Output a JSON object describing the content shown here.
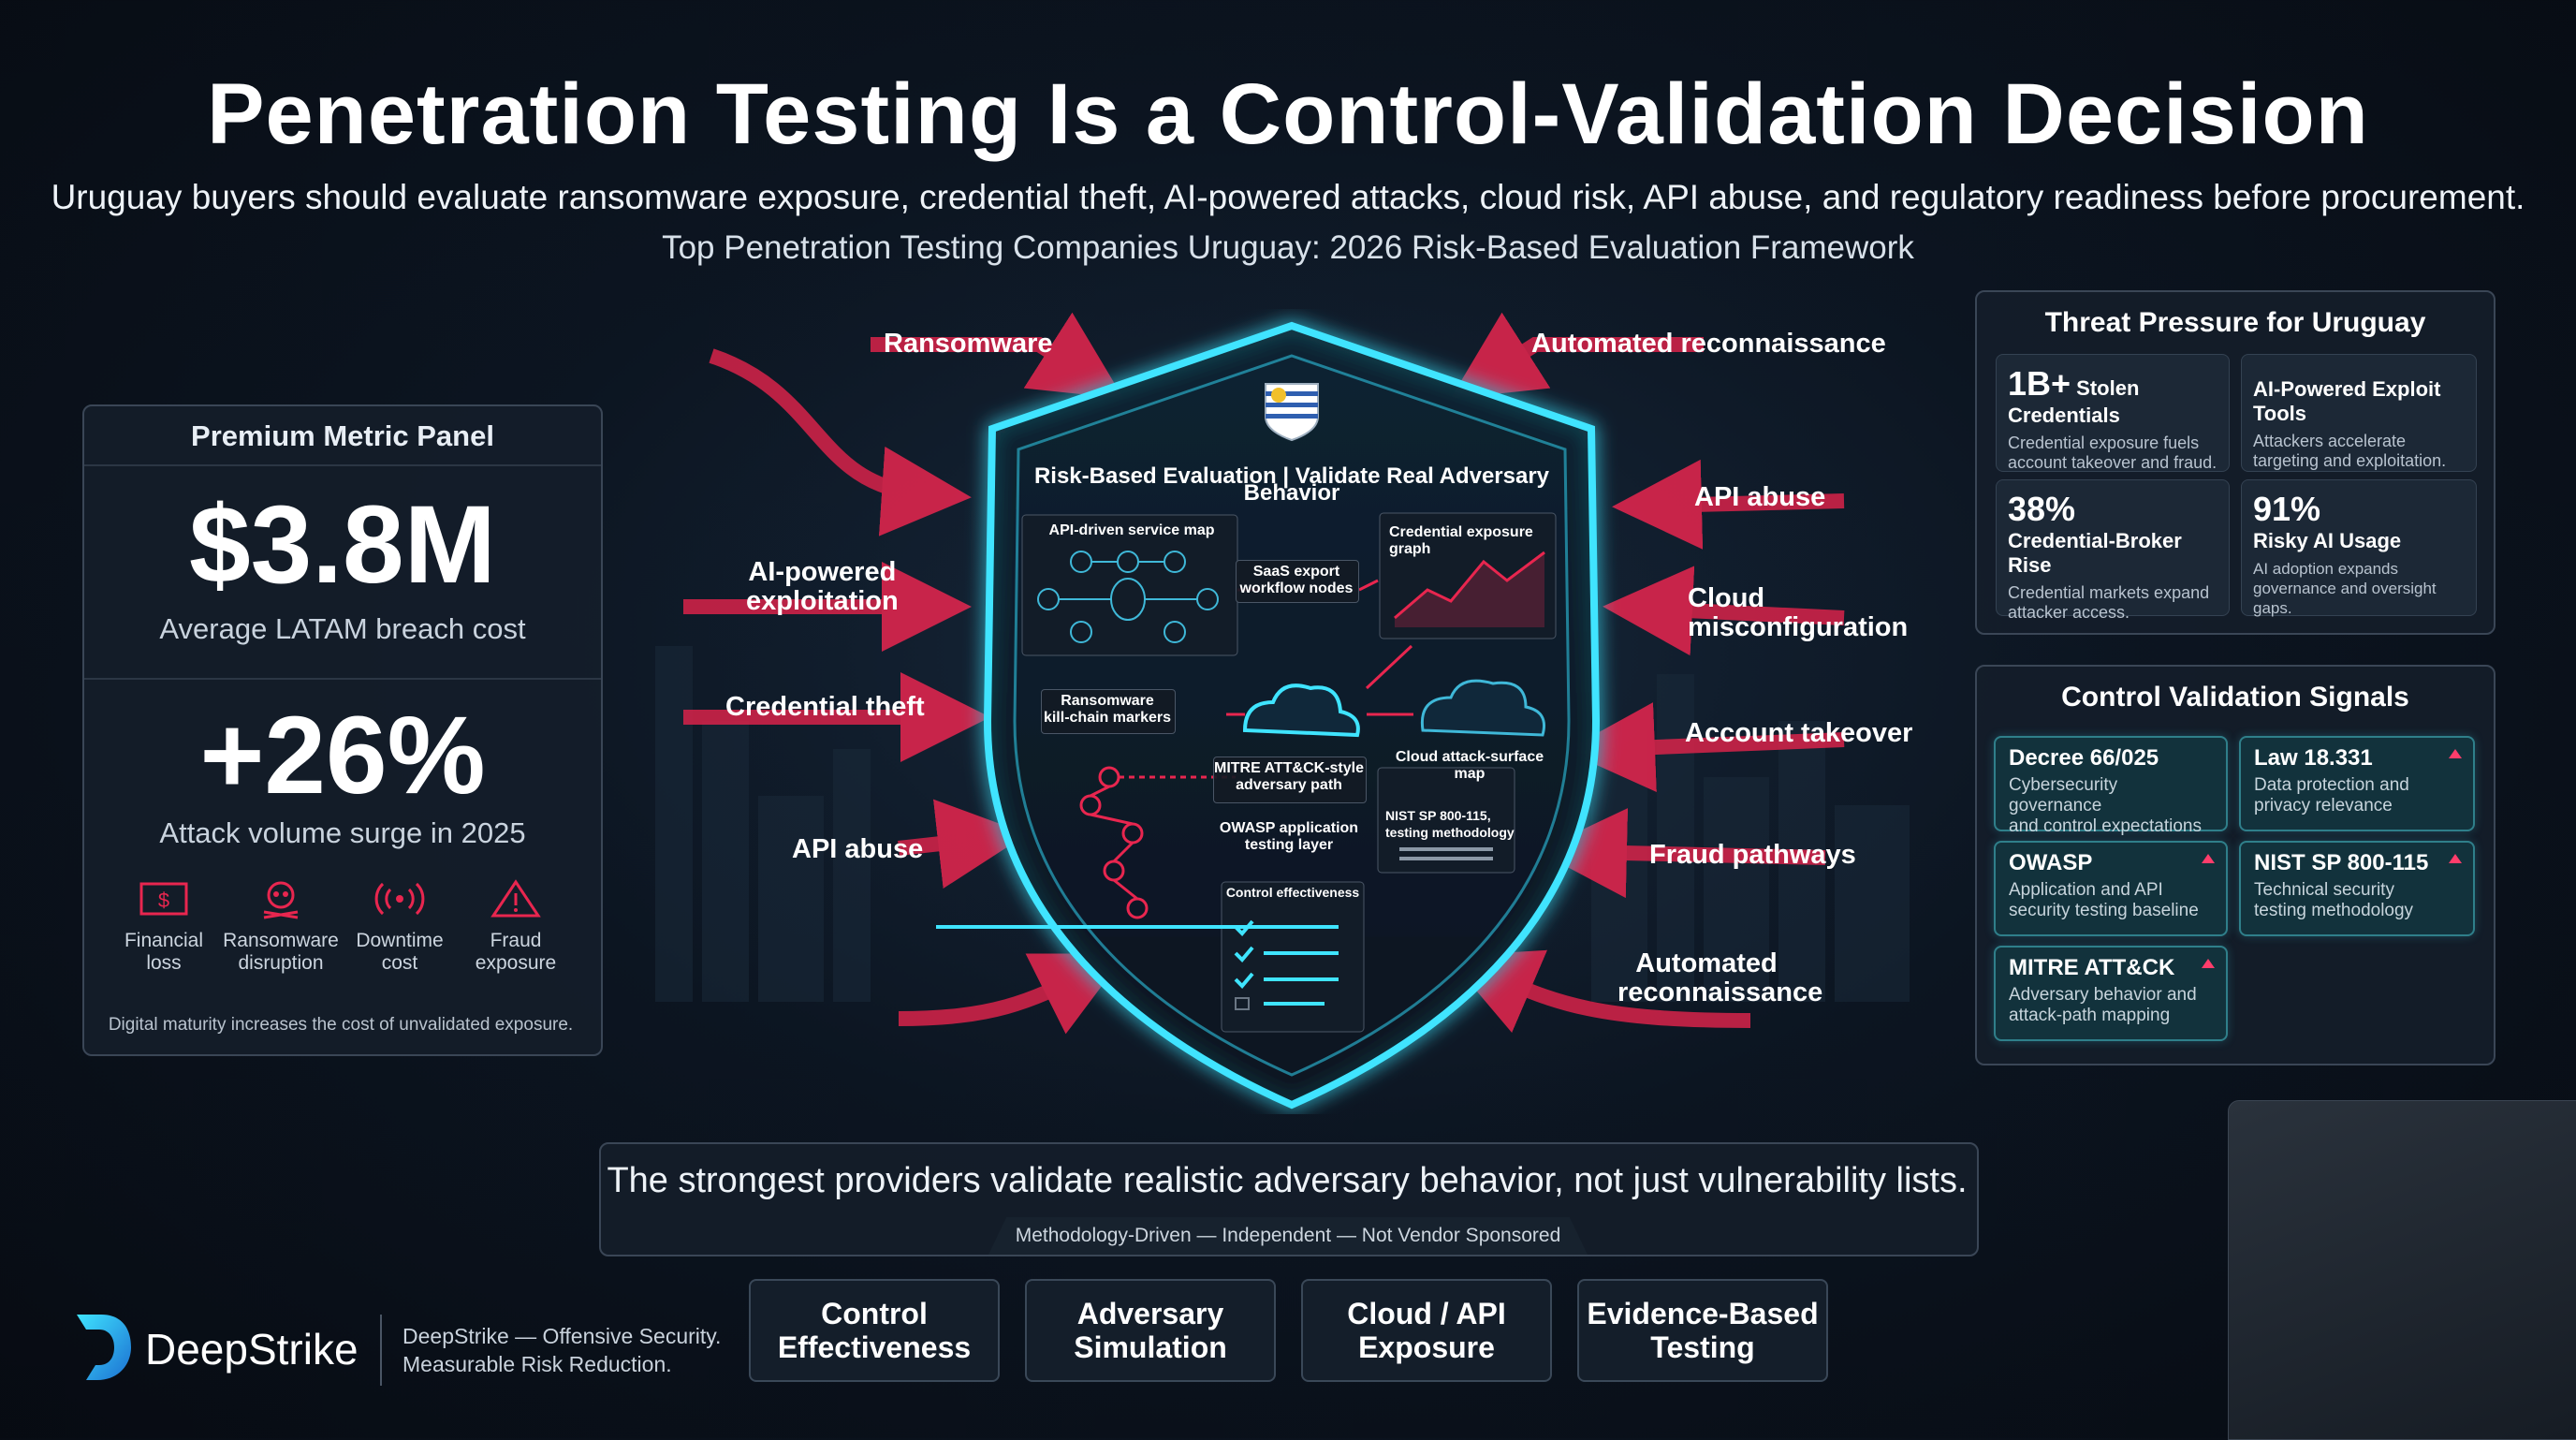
{
  "header": {
    "title": "Penetration Testing Is a Control-Validation Decision",
    "subtitle": "Uruguay buyers should evaluate ransomware exposure, credential theft, AI-powered attacks, cloud risk, API abuse, and regulatory readiness before procurement.",
    "subtitle2": "Top Penetration Testing Companies Uruguay: 2026 Risk-Based Evaluation Framework"
  },
  "metric_panel": {
    "title": "Premium Metric Panel",
    "metric1_value": "$3.8M",
    "metric1_label": "Average LATAM breach cost",
    "metric2_value": "+26%",
    "metric2_label": "Attack volume surge in 2025",
    "icons": [
      {
        "icon": "money-icon",
        "label1": "Financial",
        "label2": "loss"
      },
      {
        "icon": "skull-icon",
        "label1": "Ransomware",
        "label2": "disruption"
      },
      {
        "icon": "signal-icon",
        "label1": "Downtime",
        "label2": "cost"
      },
      {
        "icon": "warning-icon",
        "label1": "Fraud",
        "label2": "exposure"
      }
    ],
    "footer": "Digital maturity increases the cost of unvalidated exposure."
  },
  "threat_labels": {
    "ransomware": "Ransomware",
    "automated_recon_top": "Automated reconnaissance",
    "ai_powered_1": "AI-powered",
    "ai_powered_2": "exploitation",
    "credential_theft": "Credential theft",
    "api_abuse_left": "API abuse",
    "api_abuse_right": "API abuse",
    "cloud_1": "Cloud",
    "cloud_2": "misconfiguration",
    "account_takeover": "Account takeover",
    "fraud_pathways": "Fraud pathways",
    "automated_recon_bottom_1": "Automated",
    "automated_recon_bottom_2": "reconnaissance"
  },
  "shield": {
    "header": "Risk-Based Evaluation | Validate Real Adversary Behavior",
    "api_map": "API-driven service map",
    "saas_1": "SaaS export",
    "saas_2": "workflow nodes",
    "cred_graph_1": "Credential exposure",
    "cred_graph_2": "graph",
    "ransom_1": "Ransomware",
    "ransom_2": "kill-chain markers",
    "cloud_map_1": "Cloud attack-surface",
    "cloud_map_2": "map",
    "mitre_1": "MITRE ATT&CK-style",
    "mitre_2": "adversary path",
    "owasp_1": "OWASP application",
    "owasp_2": "testing layer",
    "nist_1": "NIST SP 800-115,",
    "nist_2": "testing methodology",
    "control": "Control effectiveness"
  },
  "threat_panel": {
    "title": "Threat Pressure for Uruguay",
    "cards": [
      {
        "big": "1B+",
        "title": "Stolen Credentials",
        "desc1": "Credential exposure fuels",
        "desc2": "account takeover and fraud."
      },
      {
        "big": "",
        "title": "AI-Powered Exploit Tools",
        "desc1": "Attackers accelerate",
        "desc2": "targeting and exploitation."
      },
      {
        "big": "38%",
        "title": "Credential-Broker Rise",
        "desc1": "Credential markets expand",
        "desc2": "attacker access."
      },
      {
        "big": "91%",
        "title": "Risky AI Usage",
        "desc1": "AI adoption expands",
        "desc2": "governance and oversight gaps."
      }
    ]
  },
  "control_panel": {
    "title": "Control Validation Signals",
    "cards": [
      {
        "title": "Decree 66/025",
        "desc1": "Cybersecurity governance",
        "desc2": "and control expectations"
      },
      {
        "title": "Law 18.331",
        "desc1": "Data protection and",
        "desc2": "privacy relevance"
      },
      {
        "title": "OWASP",
        "desc1": "Application and API",
        "desc2": "security testing baseline"
      },
      {
        "title": "NIST SP 800-115",
        "desc1": "Technical security",
        "desc2": "testing methodology"
      },
      {
        "title": "MITRE ATT&CK",
        "desc1": "Adversary behavior and",
        "desc2": "attack-path mapping"
      }
    ]
  },
  "bottom": {
    "statement": "The strongest providers validate realistic adversary behavior, not just vulnerability lists.",
    "tagline": "Methodology-Driven — Independent — Not Vendor Sponsored",
    "buttons": [
      {
        "line1": "Control",
        "line2": "Effectiveness"
      },
      {
        "line1": "Adversary",
        "line2": "Simulation"
      },
      {
        "line1": "Cloud / API",
        "line2": "Exposure"
      },
      {
        "line1": "Evidence-Based",
        "line2": "Testing"
      }
    ]
  },
  "brand": {
    "name": "DeepStrike",
    "tagline1": "DeepStrike — Offensive Security.",
    "tagline2": "Measurable Risk Reduction."
  },
  "colors": {
    "accent_red": "#e8264f",
    "accent_cyan": "#3fe4ff"
  }
}
